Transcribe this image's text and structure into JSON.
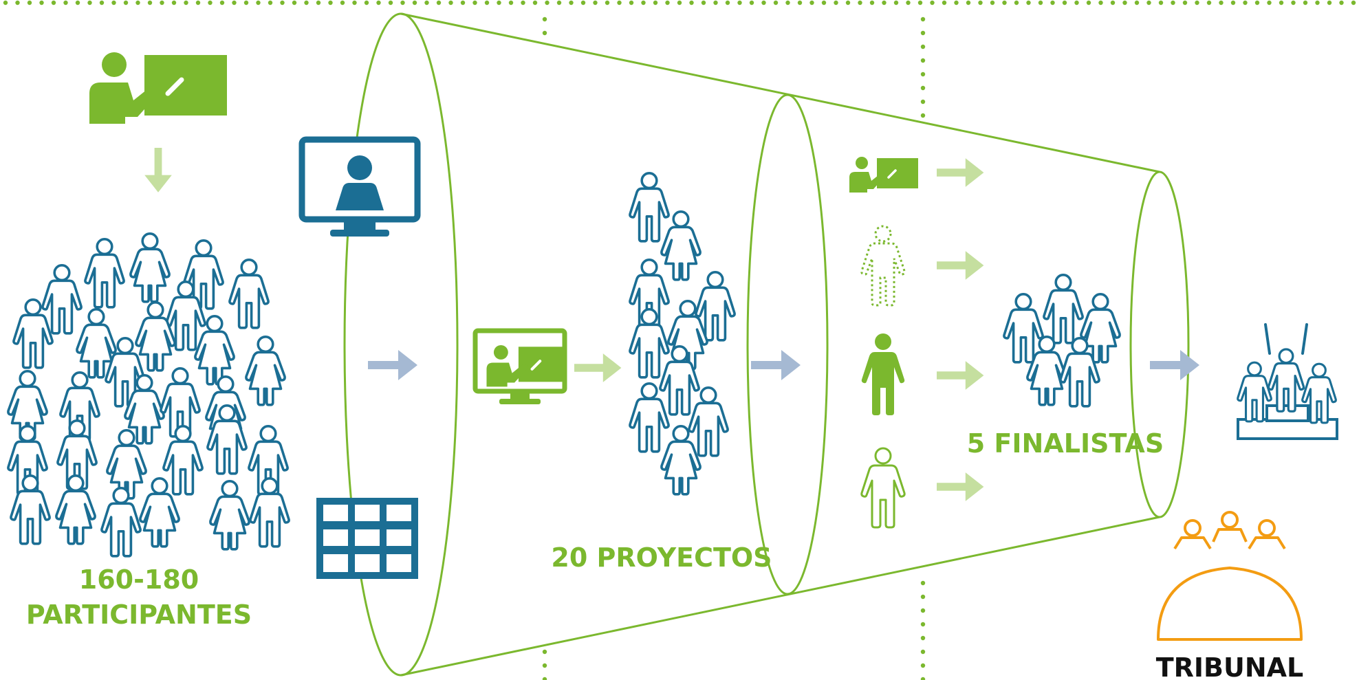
{
  "labels": {
    "participants_line1": "160-180",
    "participants_line2": "PARTICIPANTES",
    "projects": "20 PROYECTOS",
    "finalists": "5 FINALISTAS",
    "tribunal": "TRIBUNAL"
  },
  "colors": {
    "green": "#7bb82e",
    "light_green": "#c5df9f",
    "blue": "#1b6e94",
    "gray_blue": "#a5b9d3",
    "orange": "#f39c12",
    "black": "#111111"
  },
  "icons": {
    "teacher": "teacher-at-board-icon",
    "video_call": "video-call-monitor-icon",
    "grid": "grid-table-icon",
    "online_class": "online-class-monitor-icon",
    "mentor": "mentor-dotted-person-icon",
    "person": "person-icon",
    "podium": "winners-podium-icon",
    "tribunal": "tribunal-jury-icon"
  }
}
